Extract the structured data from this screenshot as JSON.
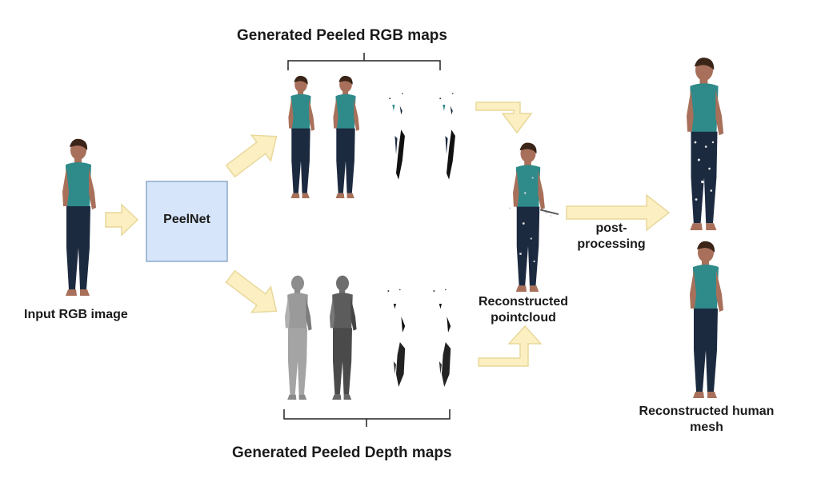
{
  "titles": {
    "rgb_maps": "Generated Peeled RGB maps",
    "depth_maps": "Generated Peeled Depth maps"
  },
  "labels": {
    "input": "Input RGB image",
    "network": "PeelNet",
    "pointcloud_line1": "Reconstructed",
    "pointcloud_line2": "pointcloud",
    "post_line1": "post-",
    "post_line2": "processing",
    "mesh_line1": "Reconstructed human",
    "mesh_line2": "mesh"
  },
  "colors": {
    "arrow_fill": "#fcefc2",
    "arrow_stroke": "#e8d89a",
    "box_fill": "#d6e5fa",
    "box_stroke": "#8fa8cc",
    "shirt": "#2f8a8a",
    "pants": "#1c2a40",
    "skin": "#a8705a",
    "hair": "#3a2518",
    "depth_light": "#a0a0a0",
    "depth_dark": "#555555"
  }
}
